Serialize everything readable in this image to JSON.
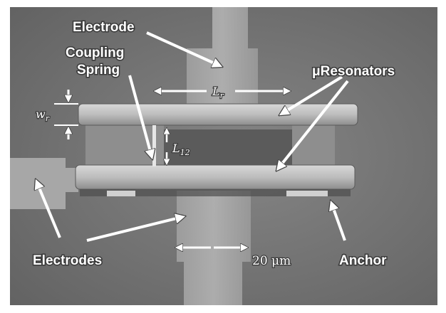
{
  "image": {
    "labels": {
      "electrode": "Electrode",
      "coupling_spring_line1": "Coupling",
      "coupling_spring_line2": "Spring",
      "resonators": "μResonators",
      "electrodes": "Electrodes",
      "anchor": "Anchor",
      "scale_bar": "20 μm"
    },
    "dimensions": {
      "lr_main": "L",
      "lr_sub": "r",
      "wr_main": "w",
      "wr_sub": "r",
      "l12_main": "L",
      "l12_sub": "12"
    }
  }
}
